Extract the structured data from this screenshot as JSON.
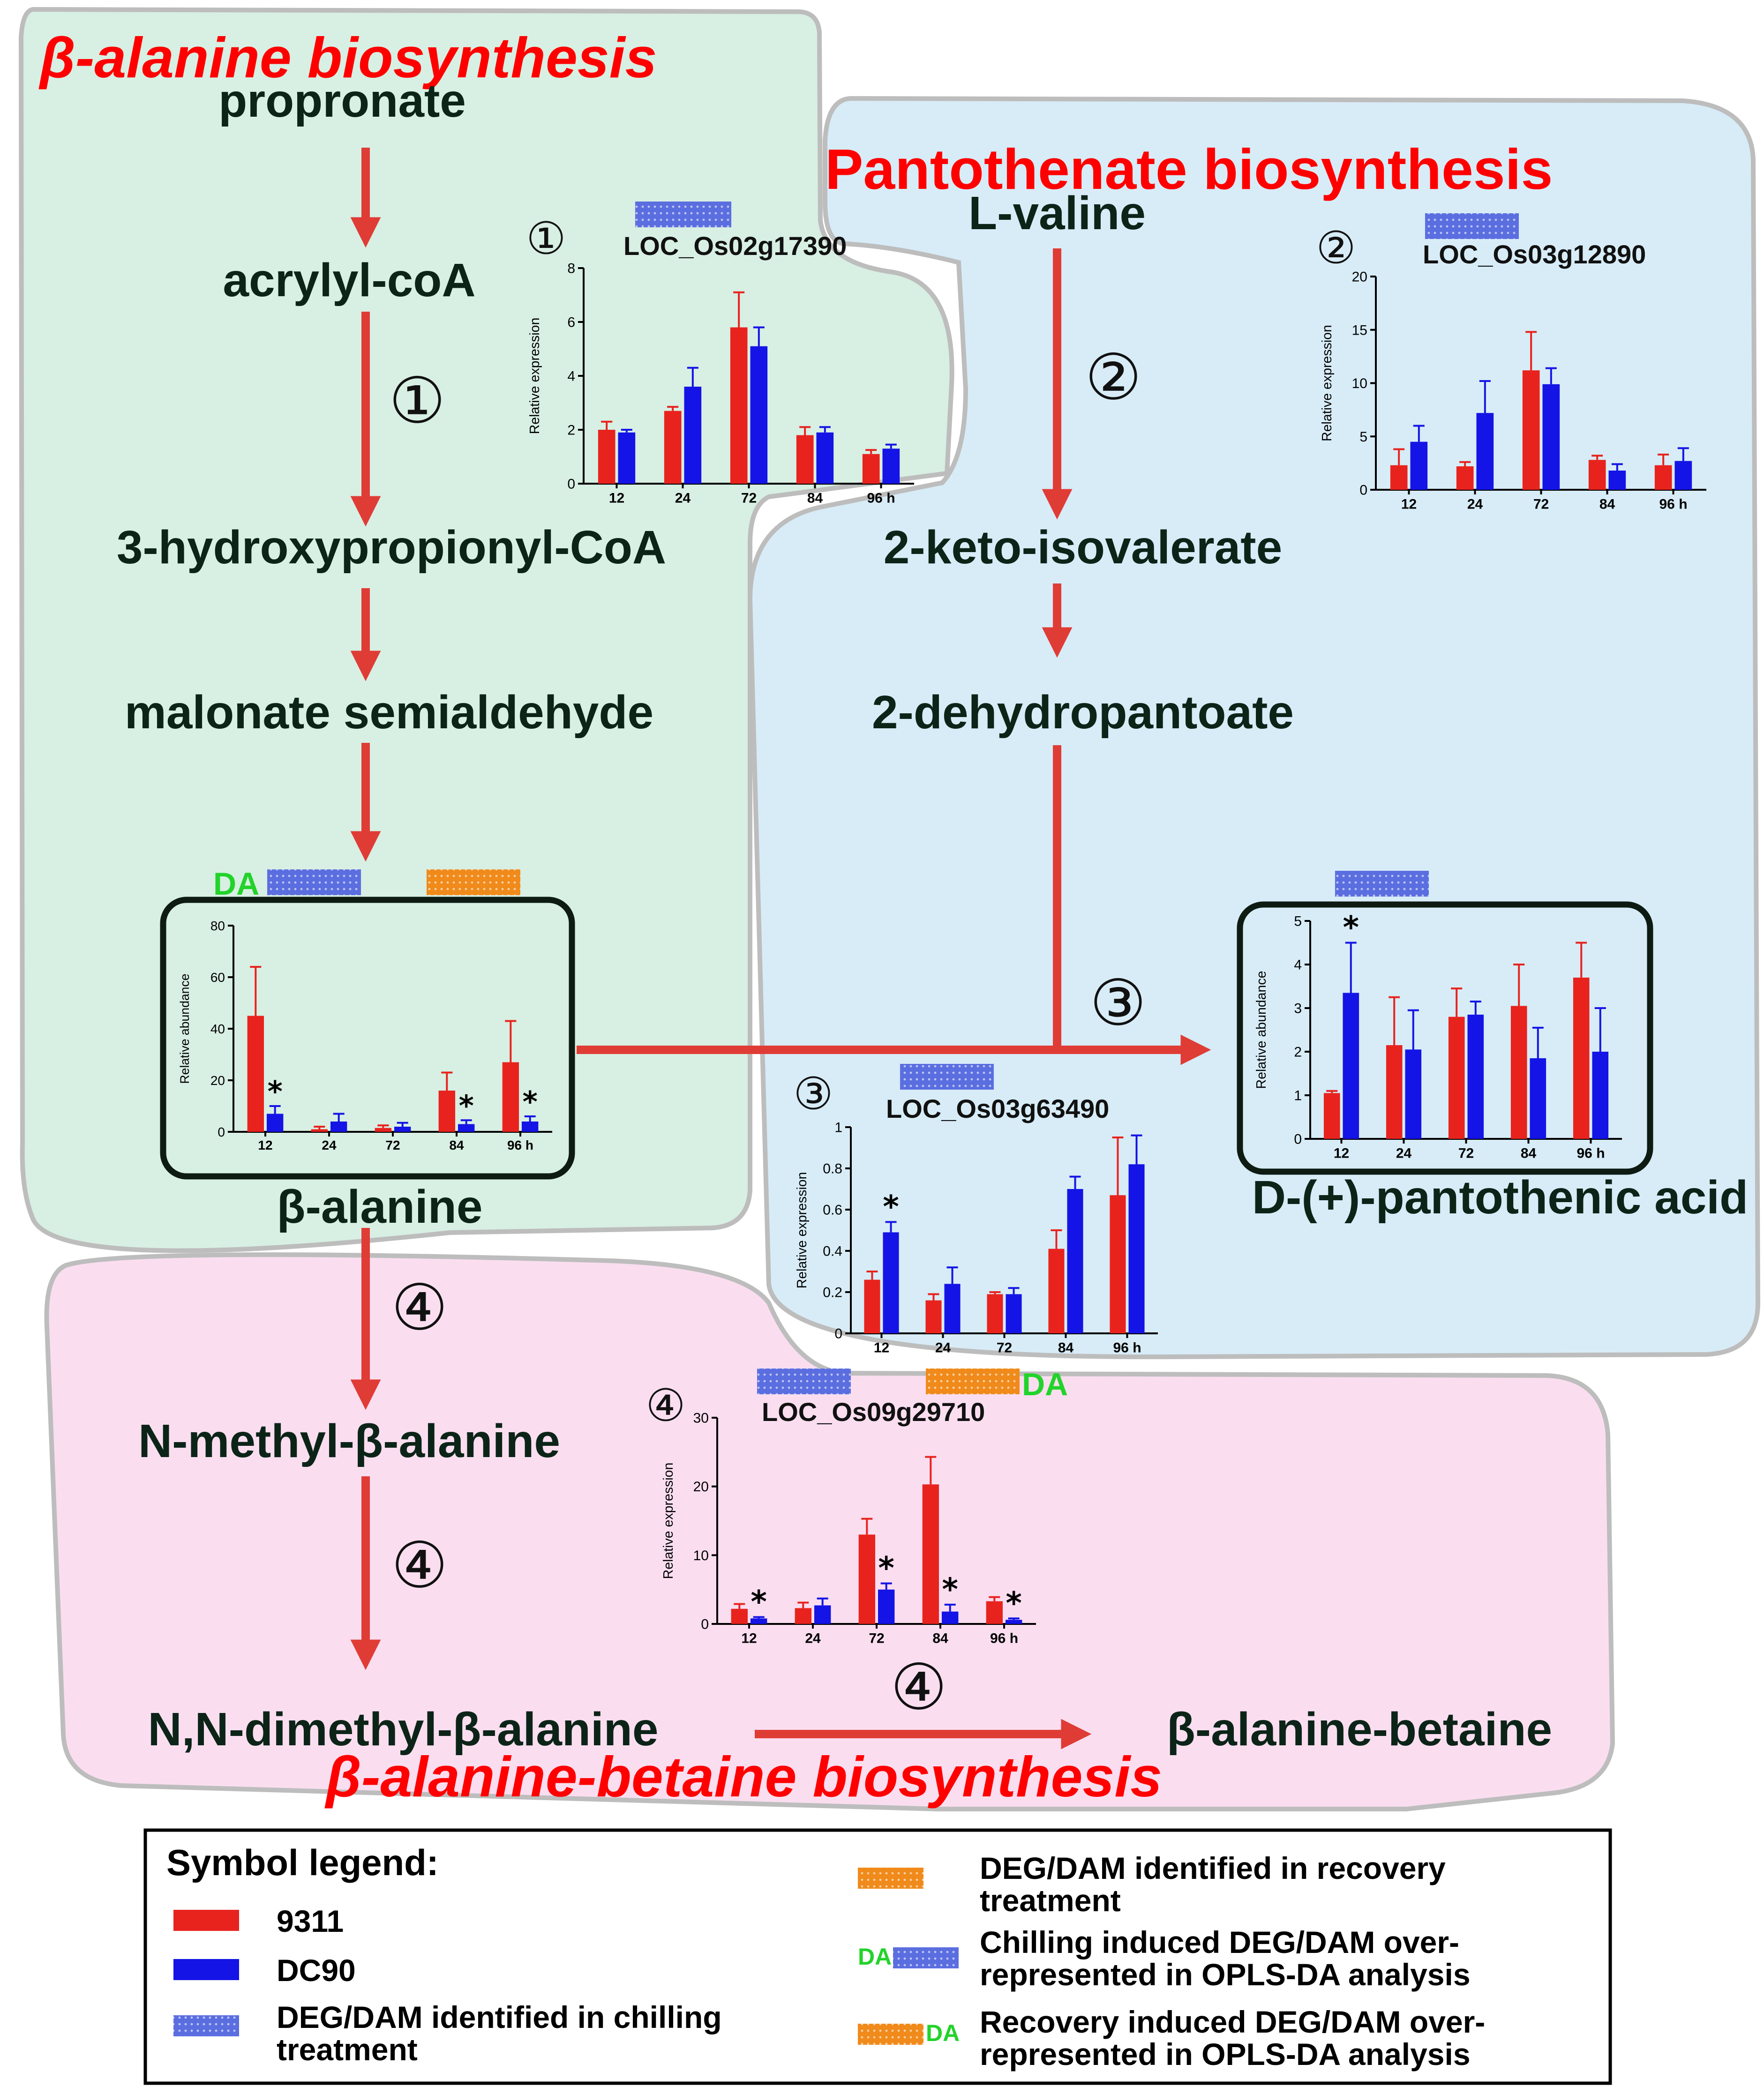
{
  "titles": {
    "beta_alanine": "β-alanine biosynthesis",
    "pantothenate": "Pantothenate biosynthesis",
    "betaine": "β-alanine-betaine biosynthesis"
  },
  "metabolites": {
    "propronate": "propronate",
    "acrylyl": "acrylyl-coA",
    "hydroxy": "3-hydroxypropionyl-CoA",
    "malonate": "malonate semialdehyde",
    "beta_alanine": "β-alanine",
    "lvaline": "L-valine",
    "keto": "2-keto-isovalerate",
    "dehydro": "2-dehydropantoate",
    "pantothenic": "D-(+)-pantothenic acid",
    "nmethyl": "N-methyl-β-alanine",
    "ndimethyl": "N,N-dimethyl-β-alanine",
    "betaine": "β-alanine-betaine"
  },
  "steps": {
    "s1": "①",
    "s2": "②",
    "s3": "③",
    "s4": "④"
  },
  "genes": {
    "g1": "LOC_Os02g17390",
    "g2": "LOC_Os03g12890",
    "g3": "LOC_Os03g63490",
    "g4": "LOC_Os09g29710"
  },
  "da_label": "DA",
  "colors": {
    "s9311": "#e8231e",
    "dc90": "#1414e6",
    "chilling": "#5b6ee0",
    "recovery": "#f08a1a",
    "da": "#22d32a",
    "title": "#ff0000"
  },
  "legend": {
    "title": "Symbol legend",
    "colon": ":",
    "s9311": "9311",
    "dc90": "DC90",
    "chilling_l1": "DEG/DAM identified in chilling",
    "chilling_l2": "treatment",
    "recovery_l1": "DEG/DAM identified in recovery",
    "recovery_l2": "treatment",
    "chill_ind_l1": "Chilling induced DEG/DAM over-",
    "chill_ind_l2": "represented in OPLS-DA analysis",
    "rec_ind_l1": "Recovery induced DEG/DAM over-",
    "rec_ind_l2": "represented in OPLS-DA analysis"
  },
  "chart_data": [
    {
      "id": "c1",
      "type": "bar",
      "step": "①",
      "gene": "LOC_Os02g17390",
      "ylabel": "Relative expression",
      "ylim": [
        0,
        8
      ],
      "yticks": [
        0,
        2,
        4,
        6,
        8
      ],
      "categories": [
        "12",
        "24",
        "72",
        "84",
        "96 h"
      ],
      "series": [
        {
          "name": "9311",
          "values": [
            2.0,
            2.7,
            5.8,
            1.8,
            1.1
          ],
          "errors": [
            0.3,
            0.15,
            1.3,
            0.3,
            0.15
          ]
        },
        {
          "name": "DC90",
          "values": [
            1.9,
            3.6,
            5.1,
            1.9,
            1.3
          ],
          "errors": [
            0.1,
            0.7,
            0.7,
            0.2,
            0.15
          ]
        }
      ],
      "sig": []
    },
    {
      "id": "c2",
      "type": "bar",
      "step": "②",
      "gene": "LOC_Os03g12890",
      "ylabel": "Relative expression",
      "ylim": [
        0,
        20
      ],
      "yticks": [
        0,
        5,
        10,
        15,
        20
      ],
      "categories": [
        "12",
        "24",
        "72",
        "84",
        "96 h"
      ],
      "series": [
        {
          "name": "9311",
          "values": [
            2.3,
            2.2,
            11.2,
            2.8,
            2.3
          ],
          "errors": [
            1.5,
            0.4,
            3.6,
            0.4,
            1.0
          ]
        },
        {
          "name": "DC90",
          "values": [
            4.5,
            7.2,
            9.9,
            1.8,
            2.7
          ],
          "errors": [
            1.5,
            3.0,
            1.5,
            0.6,
            1.2
          ]
        }
      ],
      "sig": []
    },
    {
      "id": "c3",
      "type": "bar",
      "step": "③",
      "gene": "LOC_Os03g63490",
      "ylabel": "Relative expression",
      "ylim": [
        0,
        1.0
      ],
      "yticks": [
        0,
        0.2,
        0.4,
        0.6,
        0.8,
        1.0
      ],
      "categories": [
        "12",
        "24",
        "72",
        "84",
        "96 h"
      ],
      "series": [
        {
          "name": "9311",
          "values": [
            0.26,
            0.16,
            0.19,
            0.41,
            0.67
          ],
          "errors": [
            0.04,
            0.03,
            0.01,
            0.09,
            0.28
          ]
        },
        {
          "name": "DC90",
          "values": [
            0.49,
            0.24,
            0.19,
            0.7,
            0.82
          ],
          "errors": [
            0.05,
            0.08,
            0.03,
            0.06,
            0.14
          ]
        }
      ],
      "sig": [
        0
      ]
    },
    {
      "id": "c4",
      "type": "bar",
      "step": "④",
      "gene": "LOC_Os09g29710",
      "ylabel": "Relative expression",
      "ylim": [
        0,
        30
      ],
      "yticks": [
        0,
        10,
        20,
        30
      ],
      "categories": [
        "12",
        "24",
        "72",
        "84",
        "96 h"
      ],
      "series": [
        {
          "name": "9311",
          "values": [
            2.2,
            2.3,
            13.0,
            20.3,
            3.3
          ],
          "errors": [
            0.7,
            0.8,
            2.3,
            4.0,
            0.6
          ]
        },
        {
          "name": "DC90",
          "values": [
            0.8,
            2.7,
            5.0,
            1.8,
            0.6
          ],
          "errors": [
            0.2,
            1.0,
            0.9,
            1.0,
            0.2
          ]
        }
      ],
      "sig": [
        0,
        2,
        3,
        4
      ]
    },
    {
      "id": "c5",
      "type": "bar",
      "metabolite": "β-alanine",
      "ylabel": "Relative abundance",
      "ylim": [
        0,
        80
      ],
      "yticks": [
        0,
        20,
        40,
        60,
        80
      ],
      "categories": [
        "12",
        "24",
        "72",
        "84",
        "96 h"
      ],
      "series": [
        {
          "name": "9311",
          "values": [
            45,
            1,
            1.5,
            16,
            27
          ],
          "errors": [
            19,
            1,
            1,
            7,
            16
          ]
        },
        {
          "name": "DC90",
          "values": [
            7,
            4,
            2,
            3,
            4
          ],
          "errors": [
            3,
            3,
            1.5,
            1.5,
            2
          ]
        }
      ],
      "sig": [
        0,
        3,
        4
      ]
    },
    {
      "id": "c6",
      "type": "bar",
      "metabolite": "D-(+)-pantothenic acid",
      "ylabel": "Relative abundance",
      "ylim": [
        0,
        5
      ],
      "yticks": [
        0,
        1,
        2,
        3,
        4,
        5
      ],
      "categories": [
        "12",
        "24",
        "72",
        "84",
        "96 h"
      ],
      "series": [
        {
          "name": "9311",
          "values": [
            1.05,
            2.15,
            2.8,
            3.05,
            3.7
          ],
          "errors": [
            0.05,
            1.1,
            0.65,
            0.95,
            0.8
          ]
        },
        {
          "name": "DC90",
          "values": [
            3.35,
            2.05,
            2.85,
            1.85,
            2.0
          ],
          "errors": [
            1.15,
            0.9,
            0.3,
            0.7,
            1.0
          ]
        }
      ],
      "sig": [
        0
      ]
    }
  ]
}
